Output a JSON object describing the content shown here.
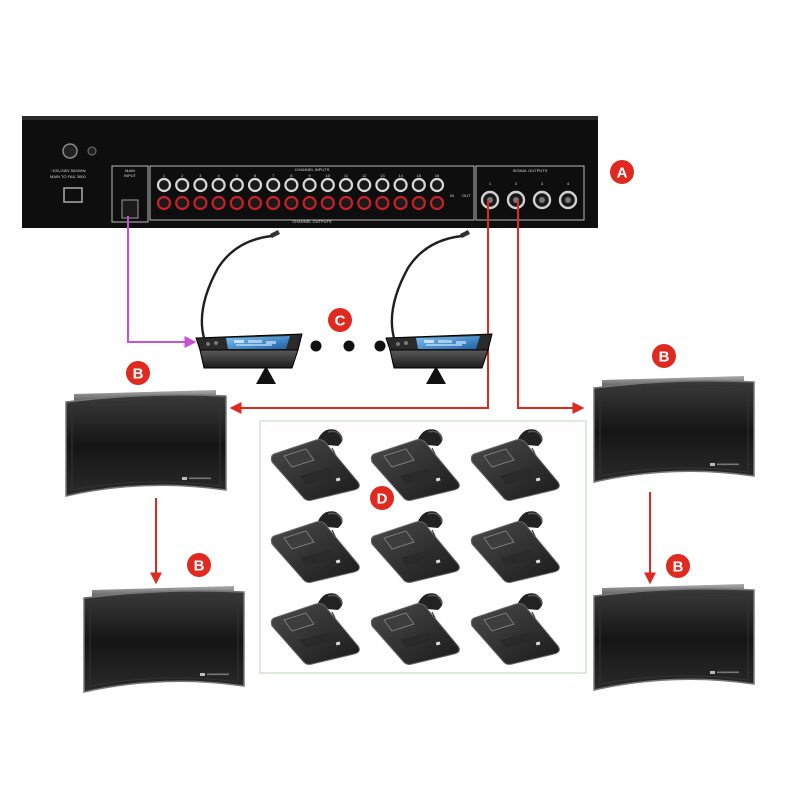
{
  "rack": {
    "left_panel_text": [
      "~100-240V 50/60Hz",
      "MAIN TO FAIL 3000"
    ],
    "input_label": [
      "MAIN",
      "INPUT"
    ],
    "channel_inputs_label": "CHANNEL INPUTS",
    "channel_outputs_label": "CHANNEL OUTPUTS",
    "signal_outputs_label": "SIGNAL OUTPUTS",
    "channel_numbers": [
      "1",
      "2",
      "3",
      "4",
      "5",
      "6",
      "7",
      "8",
      "9",
      "10",
      "11",
      "12",
      "13",
      "14",
      "15",
      "16"
    ],
    "signal_numbers": [
      "1",
      "2",
      "3",
      "4"
    ],
    "side_tags": [
      "IN",
      "OUT"
    ]
  },
  "badges": {
    "a": "A",
    "b": "B",
    "c": "C",
    "d": "D"
  },
  "colors": {
    "badge": "#e0291f",
    "signal_line": "#e0291f",
    "input_line": "#c84fd6",
    "device_black": "#121212",
    "panel_border": "#cfe5cf"
  },
  "icons": {
    "up_arrow": "up-triangle-icon",
    "ellipsis": "dot-icon"
  }
}
